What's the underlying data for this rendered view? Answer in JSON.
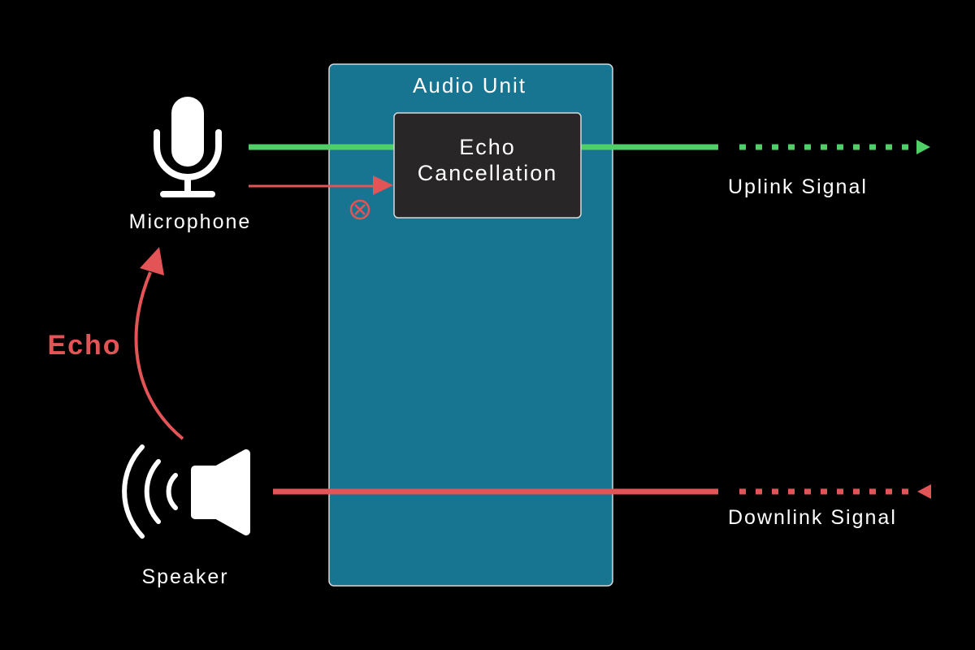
{
  "audio_unit": {
    "title": "Audio Unit"
  },
  "echo_cancellation": {
    "line1": "Echo",
    "line2": "Cancellation"
  },
  "microphone": {
    "label": "Microphone",
    "icon": "microphone-icon"
  },
  "speaker": {
    "label": "Speaker",
    "icon": "speaker-icon"
  },
  "echo": {
    "label": "Echo"
  },
  "uplink": {
    "label": "Uplink Signal"
  },
  "downlink": {
    "label": "Downlink Signal"
  },
  "cancel_marker": {
    "icon": "cancel-circle-icon"
  },
  "colors": {
    "background": "#000000",
    "audio_unit_fill": "#177591",
    "box_fill": "#282626",
    "border": "#d8d8d8",
    "uplink_green": "#4fd067",
    "echo_red": "#e35456",
    "text": "#ffffff"
  }
}
